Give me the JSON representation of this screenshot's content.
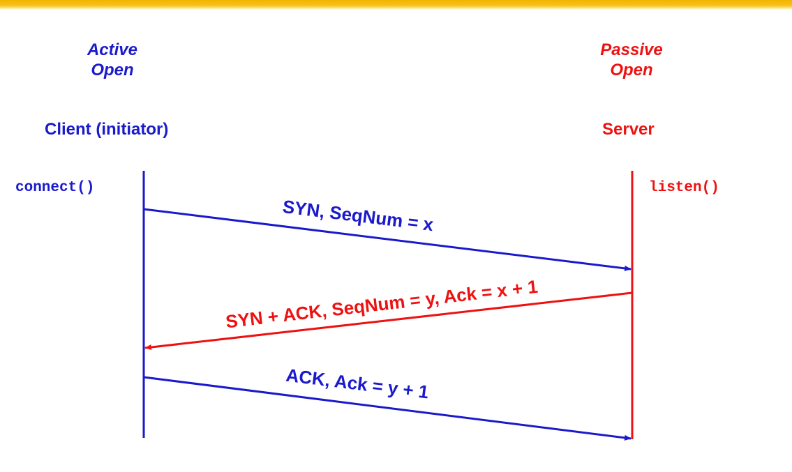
{
  "colors": {
    "client": "#1a1acc",
    "server": "#ee1111",
    "accent": "#f5b800"
  },
  "client": {
    "role_line1": "Active",
    "role_line2": "Open",
    "name": "Client (initiator)",
    "call": "connect()"
  },
  "server": {
    "role_line1": "Passive",
    "role_line2": "Open",
    "name": "Server",
    "call": "listen()"
  },
  "messages": [
    {
      "label": "SYN, SeqNum = x",
      "direction": "client-to-server"
    },
    {
      "label": "SYN + ACK, SeqNum = y, Ack = x + 1",
      "direction": "server-to-client"
    },
    {
      "label": "ACK, Ack = y + 1",
      "direction": "client-to-server"
    }
  ]
}
